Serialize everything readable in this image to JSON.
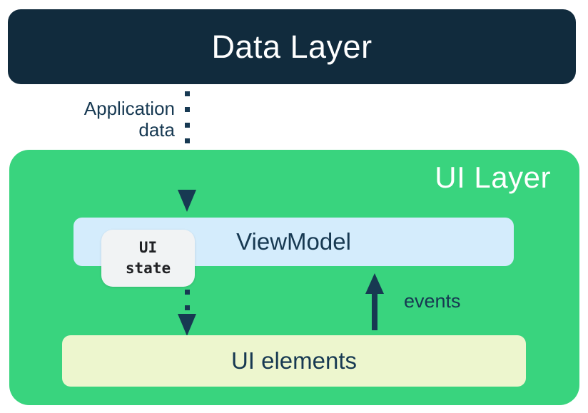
{
  "colors": {
    "dark_navy": "#112b3d",
    "text_navy": "#173952",
    "green": "#39d47e",
    "light_blue": "#d4ecfc",
    "light_gray": "#f1f3f4",
    "light_yellow": "#edf6ce",
    "white": "#ffffff",
    "ui_state_text": "#202124"
  },
  "data_layer": {
    "title": "Data Layer"
  },
  "flows": {
    "application_data": {
      "label_line1": "Application",
      "label_line2": "data"
    },
    "events": {
      "label": "events"
    }
  },
  "ui_layer": {
    "title": "UI Layer",
    "viewmodel": {
      "label": "ViewModel"
    },
    "ui_state": {
      "label_line1": "UI",
      "label_line2": "state"
    },
    "ui_elements": {
      "label": "UI elements"
    }
  }
}
